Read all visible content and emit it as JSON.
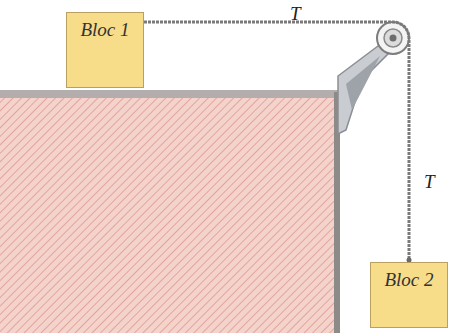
{
  "diagram": {
    "nodes": [
      {
        "text": [
          "Bloc 1"
        ]
      },
      {
        "text": [
          "Bloc 2"
        ]
      }
    ],
    "edges": [
      {
        "from": 0,
        "to": 1,
        "arrow": "none"
      }
    ],
    "labels": [
      "T",
      "T"
    ]
  }
}
